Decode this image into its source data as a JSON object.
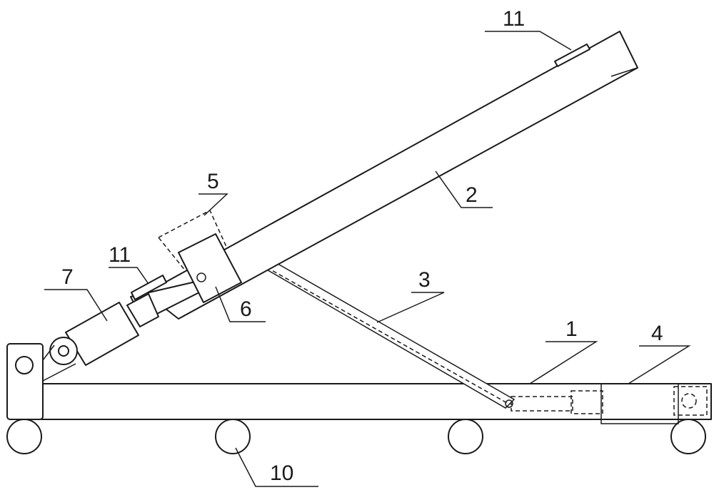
{
  "labels": {
    "base_frame": "1",
    "boom": "2",
    "link_rod": "3",
    "slide_cylinder": "4",
    "bracket": "5",
    "hinge_block": "6",
    "lift_cylinder": "7",
    "wheel": "10",
    "pad_top": "11",
    "pad_left": "11"
  },
  "colors": {
    "stroke": "#1a1a1a",
    "background": "#ffffff"
  }
}
